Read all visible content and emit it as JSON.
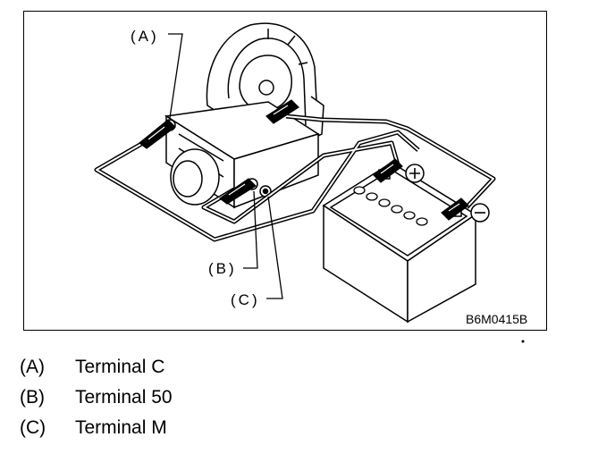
{
  "figure": {
    "code": "B6M0415B",
    "callouts": {
      "a": "(A)",
      "b": "(B)",
      "c": "(C)"
    },
    "battery_terminals": {
      "positive_symbol": "⊕",
      "negative_symbol": "⊖"
    }
  },
  "legend": [
    {
      "key": "(A)",
      "text": "Terminal C"
    },
    {
      "key": "(B)",
      "text": "Terminal 50"
    },
    {
      "key": "(C)",
      "text": "Terminal M"
    }
  ]
}
